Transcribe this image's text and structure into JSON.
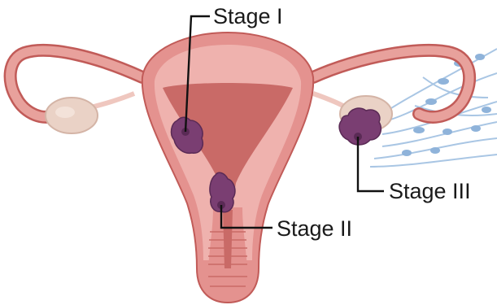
{
  "labels": {
    "stage1": "Stage I",
    "stage2": "Stage II",
    "stage3": "Stage III"
  },
  "colors": {
    "uterus_outer": "#e4928f",
    "uterus_mid": "#efb2ae",
    "uterus_inner": "#c96a67",
    "outline": "#c15b58",
    "tube": "#e8a19c",
    "ovary": "#ead2c6",
    "tumor": "#7a3e72",
    "tumor_dark": "#5a2a55",
    "lymph": "#a9c6e4",
    "lymph_node": "#8fb3da"
  }
}
